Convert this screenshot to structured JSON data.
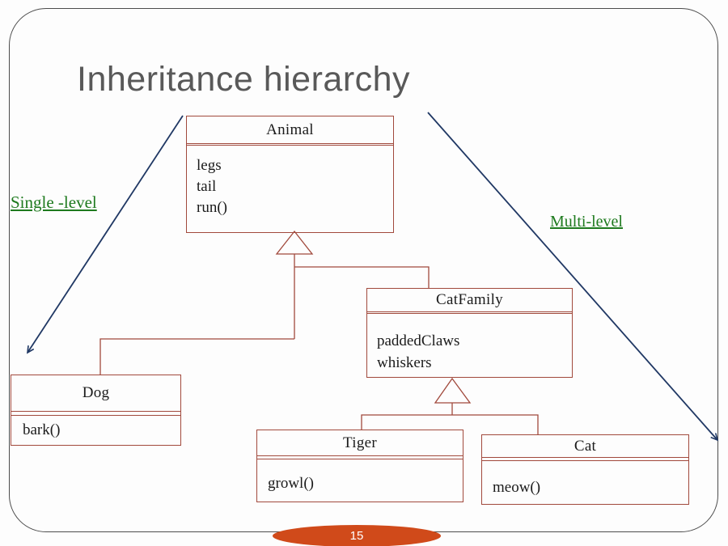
{
  "slide": {
    "title": "Inheritance hierarchy",
    "page_number": "15"
  },
  "labels": {
    "single_level": "Single -level",
    "multi_level": "Multi-level"
  },
  "diagram": {
    "classes": [
      {
        "name": "Animal",
        "members": [
          "legs",
          "tail",
          "run()"
        ]
      },
      {
        "name": "Dog",
        "members": [
          "bark()"
        ]
      },
      {
        "name": "CatFamily",
        "members": [
          "paddedClaws",
          "whiskers"
        ]
      },
      {
        "name": "Tiger",
        "members": [
          "growl()"
        ]
      },
      {
        "name": "Cat",
        "members": [
          "meow()"
        ]
      }
    ]
  },
  "colors": {
    "box_border": "#a1493c",
    "arrow_navy": "#203864",
    "label_green": "#1e7a1e",
    "title_gray": "#595959",
    "page_ellipse_orange": "#d04a1a",
    "slide_border_gray": "#4c4c4c"
  }
}
